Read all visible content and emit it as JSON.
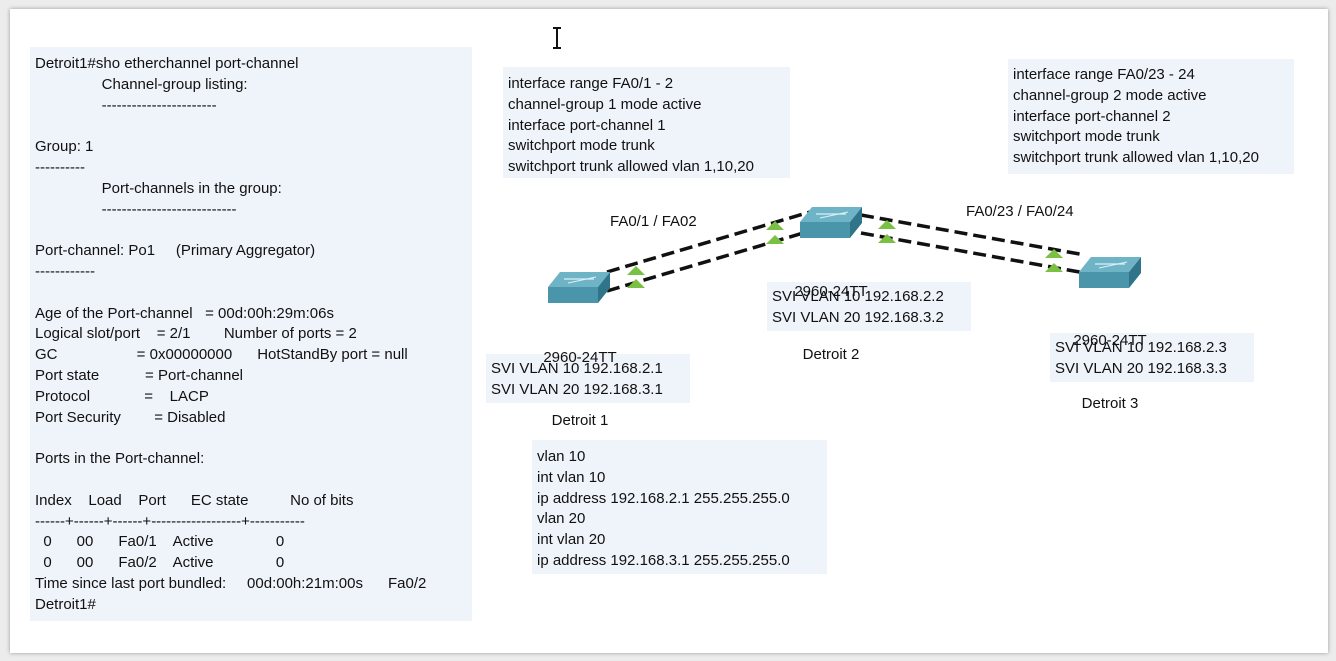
{
  "terminal": {
    "lines": [
      "Detroit1#sho etherchannel port-channel",
      "                Channel-group listing:",
      "                -----------------------",
      "",
      "Group: 1",
      "----------",
      "                Port-channels in the group:",
      "                ---------------------------",
      "",
      "Port-channel: Po1     (Primary Aggregator)",
      "------------",
      "",
      "Age of the Port-channel   = 00d:00h:29m:06s",
      "Logical slot/port    = 2/1        Number of ports = 2",
      "GC                   = 0x00000000      HotStandBy port = null",
      "Port state           = Port-channel",
      "Protocol             =    LACP",
      "Port Security        = Disabled",
      "",
      "Ports in the Port-channel:",
      "",
      "Index    Load    Port      EC state          No of bits",
      "------+------+------+------------------+-----------",
      "  0      00      Fa0/1    Active               0",
      "  0      00      Fa0/2    Active               0",
      "Time since last port bundled:     00d:00h:21m:00s      Fa0/2",
      "Detroit1#"
    ]
  },
  "config_left": [
    "interface range FA0/1 - 2",
    "channel-group 1 mode active",
    "interface port-channel 1",
    "switchport mode trunk",
    "switchport trunk allowed vlan 1,10,20"
  ],
  "config_right": [
    "interface range FA0/23 - 24",
    "channel-group 2 mode active",
    "interface port-channel 2",
    "switchport mode trunk",
    "switchport trunk allowed vlan 1,10,20"
  ],
  "vlan_config": [
    "vlan 10",
    "int vlan 10",
    "ip address 192.168.2.1 255.255.255.0",
    "vlan 20",
    "int vlan 20",
    "ip address 192.168.3.1 255.255.255.0"
  ],
  "links": {
    "left_label": "FA0/1 / FA02",
    "right_label": "FA0/23 / FA0/24"
  },
  "switches": {
    "detroit1": {
      "model": "2960-24TT",
      "name": "Detroit 1",
      "svi": [
        "SVI VLAN 10 192.168.2.1",
        "SVI VLAN 20 192.168.3.1"
      ]
    },
    "detroit2": {
      "model": "2960-24TT",
      "name": "Detroit 2",
      "svi": [
        "SVI VLAN 10 192.168.2.2",
        "SVI VLAN 20 192.168.3.2"
      ]
    },
    "detroit3": {
      "model": "2960-24TT",
      "name": "Detroit 3",
      "svi": [
        "SVI VLAN 10 192.168.2.3",
        "SVI VLAN 20 192.168.3.3"
      ]
    }
  },
  "colors": {
    "panel_bg": "#eff3fa",
    "switch_top": "#5fa6b8",
    "switch_side": "#2f7488",
    "link_up": "#7ac143"
  }
}
